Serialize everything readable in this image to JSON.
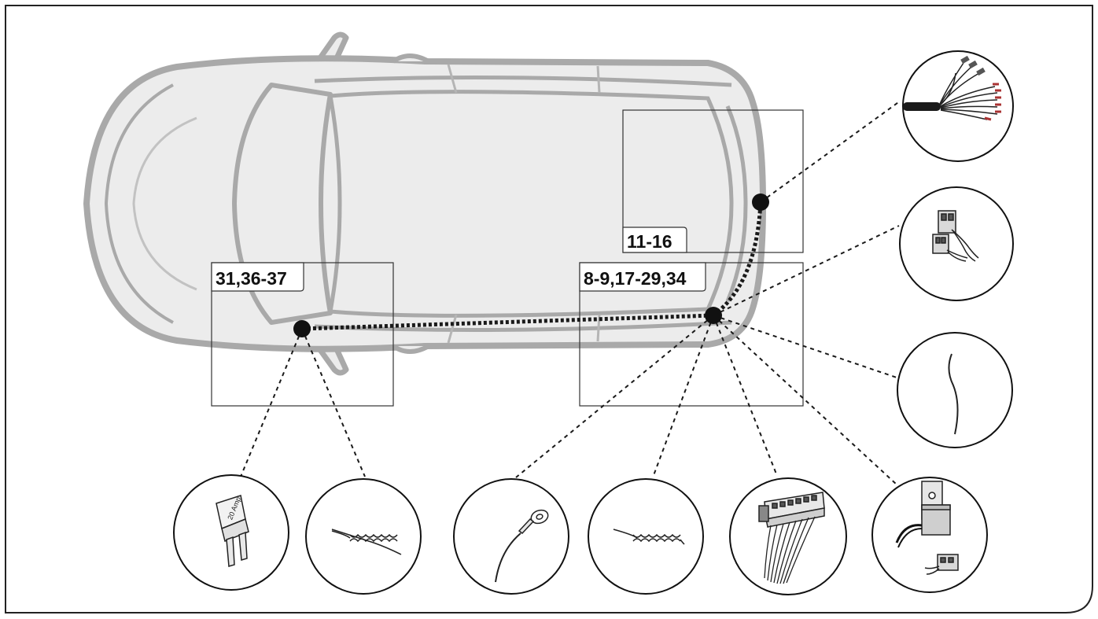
{
  "diagram": {
    "zone_labels": {
      "front": "31,36-37",
      "rear_upper": "11-16",
      "rear_lower": "8-9,17-29,34"
    },
    "components": [
      {
        "id": "wiring-loom",
        "icon": "wire-loom-icon"
      },
      {
        "id": "two-pin-connector",
        "icon": "connector-plug-icon"
      },
      {
        "id": "single-wire",
        "icon": "wire-icon"
      },
      {
        "id": "fuse",
        "icon": "fuse-icon",
        "text": "20 Amp"
      },
      {
        "id": "twisted-wire-front",
        "icon": "twisted-wire-icon"
      },
      {
        "id": "ring-terminal",
        "icon": "ring-terminal-icon"
      },
      {
        "id": "twisted-wire-rear",
        "icon": "twisted-wire-icon"
      },
      {
        "id": "multi-pin-connector",
        "icon": "multi-pin-connector-icon"
      },
      {
        "id": "relay-module",
        "icon": "relay-icon"
      }
    ],
    "colors": {
      "car_outline": "#a9a9a9",
      "car_fill": "#ececec",
      "line": "#1a1a1a",
      "background": "#ffffff"
    }
  }
}
